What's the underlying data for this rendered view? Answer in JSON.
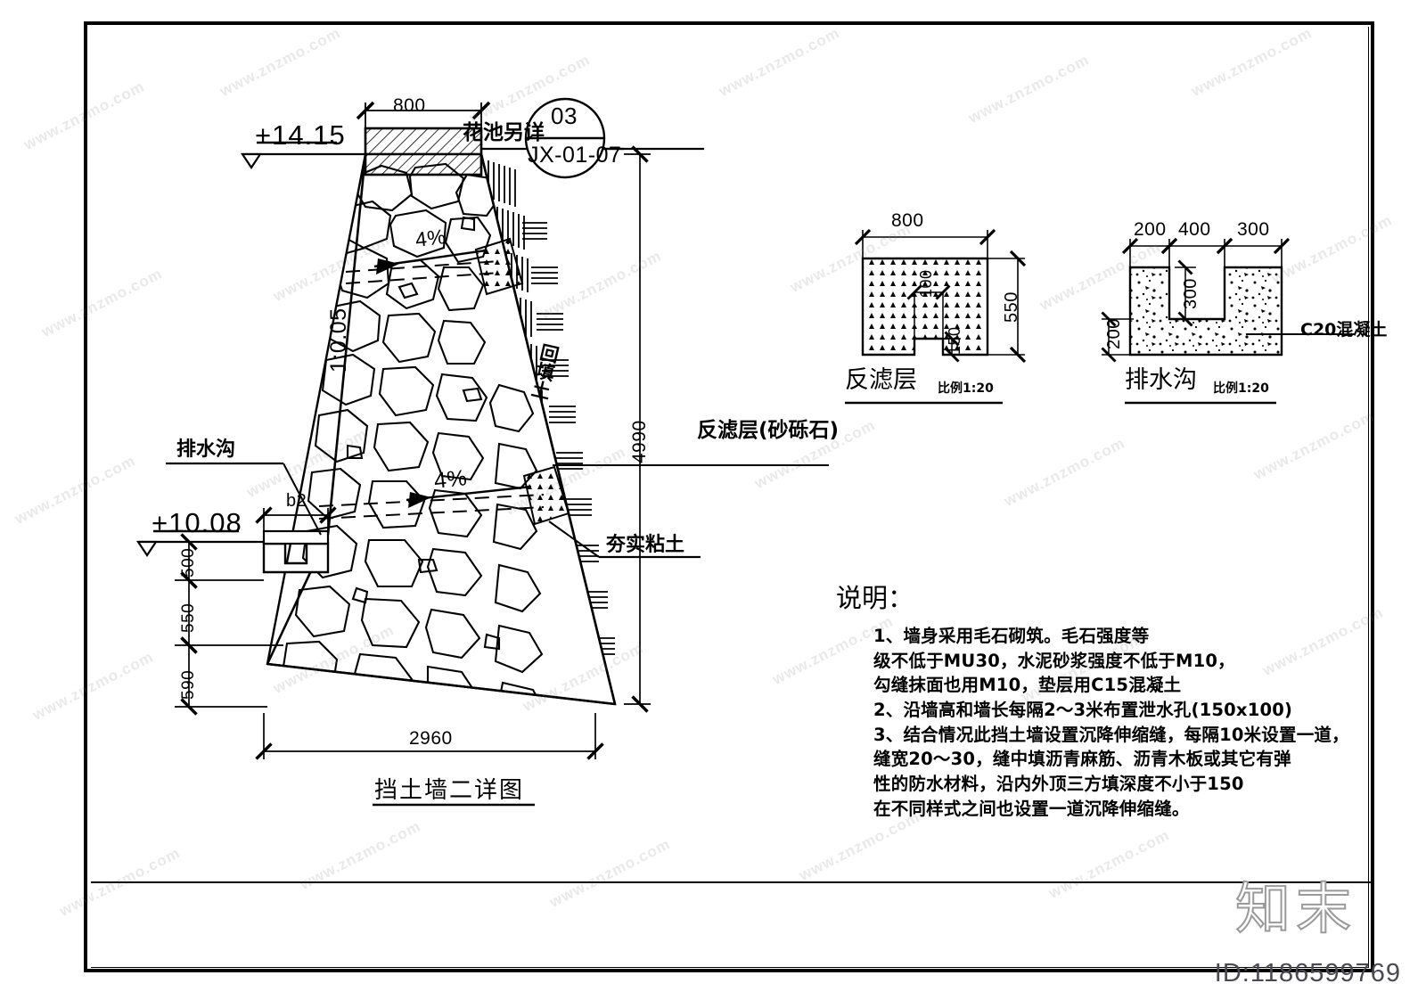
{
  "sheet": {
    "title": "挡土墙二详图",
    "main_dim_bottom": "2960",
    "main_dim_height": "4990"
  },
  "main_view": {
    "elevation_top": "+14.15",
    "elevation_bottom": "+10.08",
    "top_width": "800",
    "slope_label": "1:0.05",
    "slope_arrow_upper": "4%",
    "slope_arrow_lower": "4%",
    "callout_text": "花池另详",
    "callout_number": "03",
    "callout_sheet": "JX-01-07",
    "label_backfill": "回填土",
    "label_filter": "反滤层(砂砾石)",
    "label_compacted_clay": "夯实粘土",
    "label_drain_ditch": "排水沟",
    "label_b2": "b2",
    "dim_500": "500",
    "dim_550": "550",
    "dim_590": "590"
  },
  "detail_filter": {
    "title": "反滤层",
    "scale": "比例1:20",
    "dim_width": "800",
    "dim_height": "550",
    "dim_notch_width": "100",
    "dim_notch_height": "150"
  },
  "detail_ditch": {
    "title": "排水沟",
    "scale": "比例1:20",
    "dim_left": "200",
    "dim_mid": "400",
    "dim_right": "300",
    "dim_depth": "300",
    "dim_base": "200",
    "material": "C20混凝土"
  },
  "notes": {
    "title": "说明：",
    "lines": [
      "1、墙身采用毛石砌筑。毛石强度等",
      "级不低于MU30，水泥砂浆强度不低于M10，",
      "勾缝抹面也用M10，垫层用C15混凝土",
      "2、沿墙高和墙长每隔2～3米布置泄水孔(150x100)",
      "3、结合情况此挡土墙设置沉降伸缩缝，每隔10米设置一道，",
      "缝宽20～30，缝中填沥青麻筋、沥青木板或其它有弹",
      "性的防水材料，沿内外顶三方填深度不小于150",
      "在不同样式之间也设置一道沉降伸缩缝。"
    ]
  },
  "watermark": {
    "site": "www.znzmo.com",
    "logo": "知末",
    "id": "ID:1186599769"
  }
}
